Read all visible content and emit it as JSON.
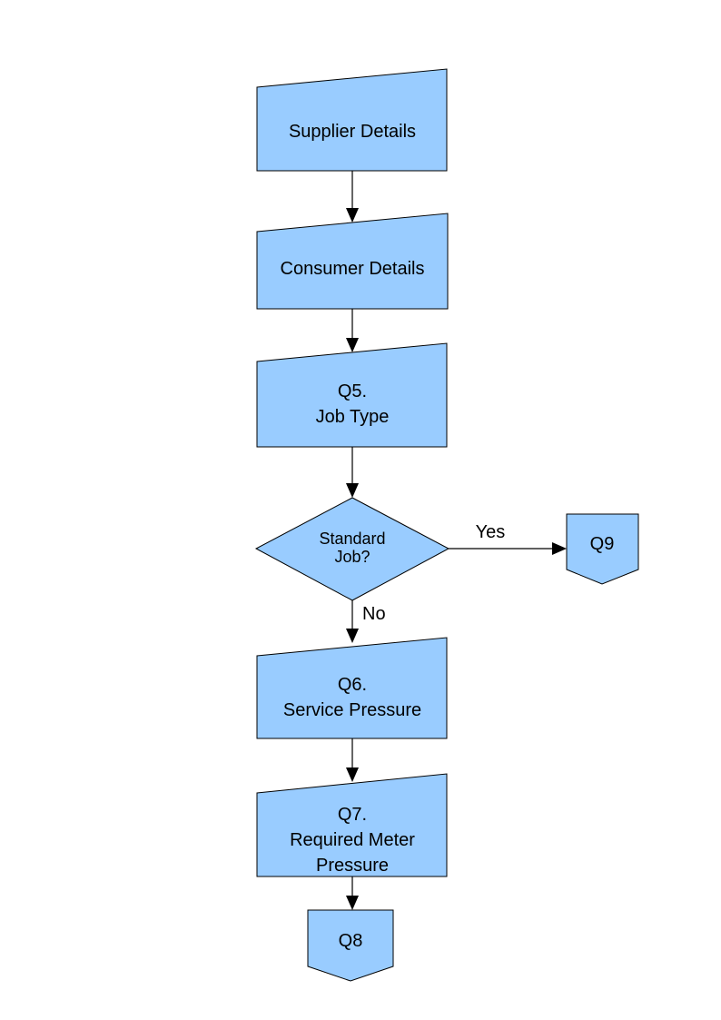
{
  "diagram": {
    "kind": "flowchart",
    "palette": {
      "node_fill": "#99CCFF",
      "node_border": "#000000",
      "text_color": "#000000",
      "background": "#FFFFFF"
    },
    "nodes": {
      "supplier": {
        "shape": "manual-input",
        "label": "Supplier Details"
      },
      "consumer": {
        "shape": "manual-input",
        "label": "Consumer Details"
      },
      "q5": {
        "shape": "manual-input",
        "line1": "Q5.",
        "line2": "Job Type"
      },
      "decision": {
        "shape": "decision-diamond",
        "line1": "Standard",
        "line2": "Job?"
      },
      "q9": {
        "shape": "off-page-connector",
        "label": "Q9"
      },
      "q6": {
        "shape": "manual-input",
        "line1": "Q6.",
        "line2": "Service Pressure"
      },
      "q7": {
        "shape": "manual-input",
        "line1": "Q7.",
        "line2": "Required Meter",
        "line3": "Pressure"
      },
      "q8": {
        "shape": "off-page-connector",
        "label": "Q8"
      }
    },
    "edge_labels": {
      "yes": "Yes",
      "no": "No"
    },
    "edges": [
      {
        "from": "supplier",
        "to": "consumer",
        "label": ""
      },
      {
        "from": "consumer",
        "to": "q5",
        "label": ""
      },
      {
        "from": "q5",
        "to": "decision",
        "label": ""
      },
      {
        "from": "decision",
        "to": "q9",
        "label": "Yes"
      },
      {
        "from": "decision",
        "to": "q6",
        "label": "No"
      },
      {
        "from": "q6",
        "to": "q7",
        "label": ""
      },
      {
        "from": "q7",
        "to": "q8",
        "label": ""
      }
    ]
  }
}
